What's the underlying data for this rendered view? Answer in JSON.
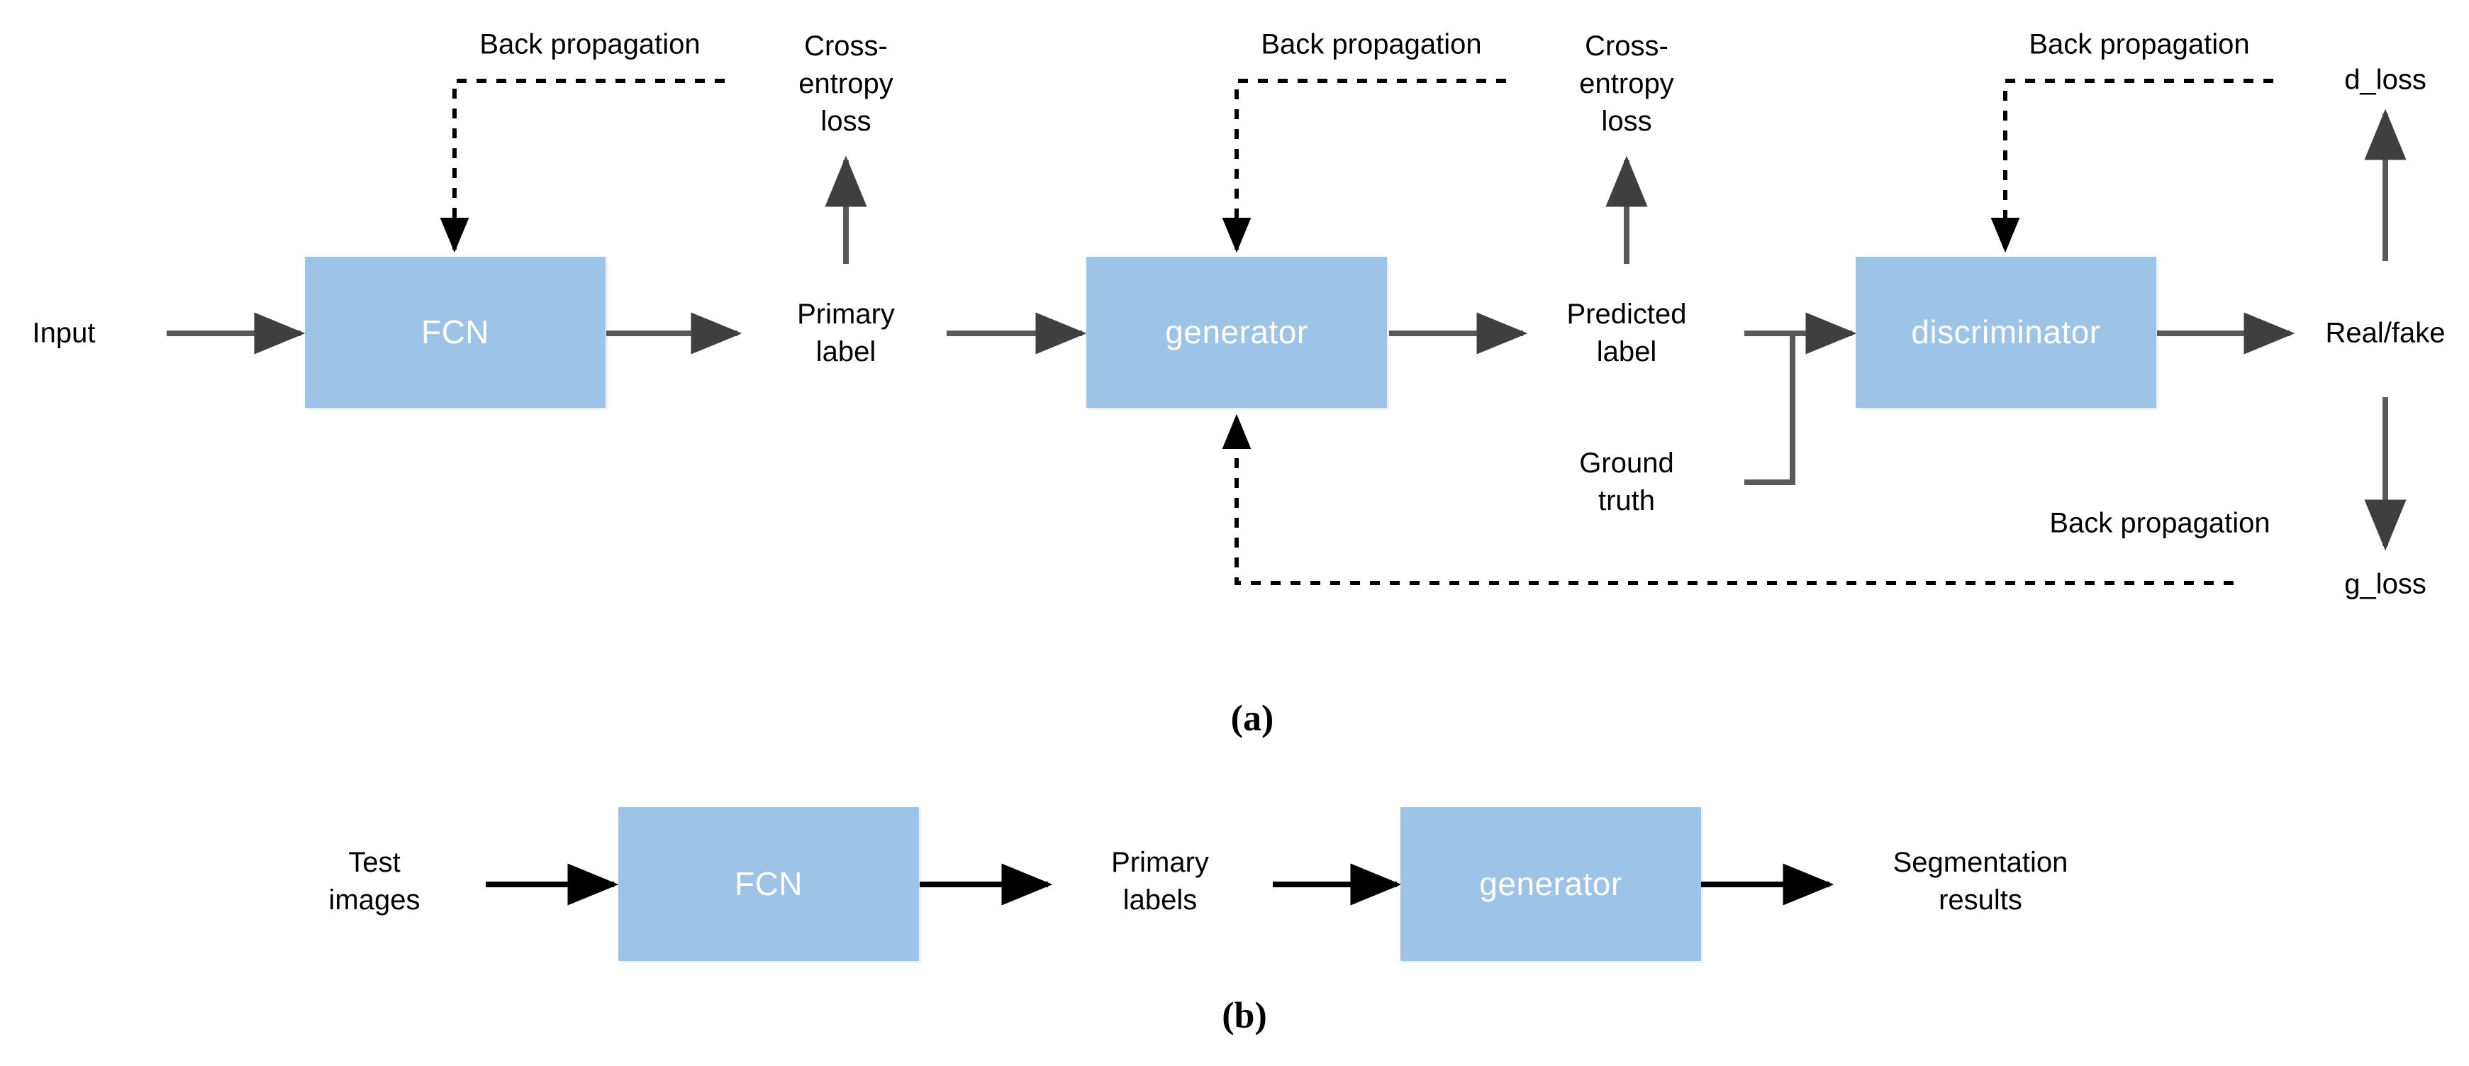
{
  "figure": {
    "title": "FCN-GAN training and testing pipeline diagram",
    "box_fill": "#9dc3e6",
    "box_text_color": "#ffffff",
    "line_color": "#595959",
    "dash_color": "#000000"
  },
  "panel_a": {
    "caption": "(a)",
    "boxes": [
      {
        "id": "fcn",
        "label": "FCN"
      },
      {
        "id": "generator",
        "label": "generator"
      },
      {
        "id": "discriminator",
        "label": "discriminator"
      }
    ],
    "labels": {
      "input": "Input",
      "backprop_fcn": "Back propagation",
      "cross_entropy_loss_1": "Cross-\nentropy\nloss",
      "primary_label": "Primary\nlabel",
      "backprop_generator": "Back propagation",
      "cross_entropy_loss_2": "Cross-\nentropy\nloss",
      "predicted_label": "Predicted\nlabel",
      "ground_truth": "Ground\ntruth",
      "backprop_discriminator": "Back propagation",
      "d_loss": "d_loss",
      "real_fake": "Real/fake",
      "backprop_gloss": "Back propagation",
      "g_loss": "g_loss"
    }
  },
  "panel_b": {
    "caption": "(b)",
    "boxes": [
      {
        "id": "fcn-test",
        "label": "FCN"
      },
      {
        "id": "generator-test",
        "label": "generator"
      }
    ],
    "labels": {
      "test_images": "Test\nimages",
      "primary_labels": "Primary\nlabels",
      "segmentation_results": "Segmentation\nresults"
    }
  }
}
